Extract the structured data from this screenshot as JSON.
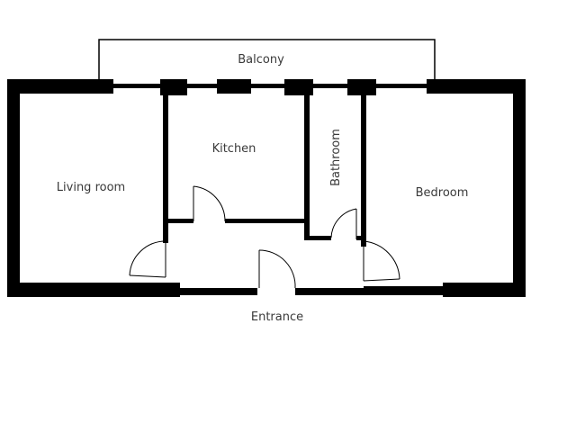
{
  "rooms": {
    "balcony": "Balcony",
    "kitchen": "Kitchen",
    "bathroom": "Bathroom",
    "living_room": "Living room",
    "bedroom": "Bedroom",
    "entrance": "Entrance"
  },
  "colors": {
    "wall": "#000000",
    "label": "#3a3a3a",
    "background": "#ffffff"
  }
}
